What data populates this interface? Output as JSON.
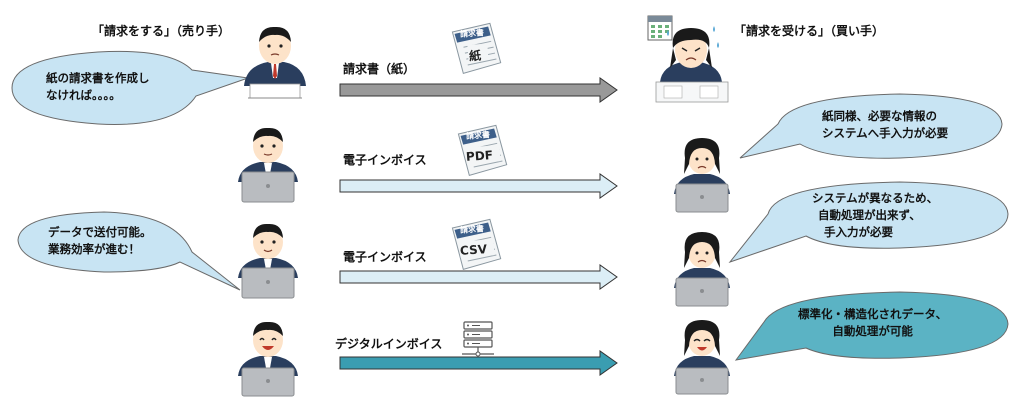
{
  "headers": {
    "seller": "「請求をする」（売り手）",
    "buyer": "「請求を受ける」（買い手）"
  },
  "rows": [
    {
      "label": "請求書（紙）",
      "doc_text": "紙",
      "arrow_fill": "#999999"
    },
    {
      "label": "電子インボイス",
      "doc_text": "PDF",
      "arrow_fill": "#dceef6"
    },
    {
      "label": "電子インボイス",
      "doc_text": "CSV",
      "arrow_fill": "#dceef6"
    },
    {
      "label": "デジタルインボイス",
      "arrow_fill": "#3a9db1"
    }
  ],
  "doc_header": "請求書",
  "left_bubbles": [
    {
      "lines": [
        "紙の請求書を作成し",
        "なければ。。。。"
      ],
      "fill": "#c8e4f3"
    },
    {
      "lines": [
        "データで送付可能。",
        "業務効率が進む！"
      ],
      "fill": "#c8e4f3"
    }
  ],
  "right_bubbles": [
    {
      "lines": [
        "紙同様、必要な情報の",
        "システムへ手入力が必要"
      ],
      "fill": "#c8e4f3"
    },
    {
      "lines": [
        "システムが異なるため、",
        "自動処理が出来ず、",
        "手入力が必要"
      ],
      "fill": "#c8e4f3"
    },
    {
      "lines": [
        "標準化・構造化されデータ、",
        "自動処理が可能"
      ],
      "fill": "#5bb3c4"
    }
  ],
  "colors": {
    "bubble_stroke": "#6a6a6a",
    "arrow_stroke": "#333333",
    "skin": "#fde3c9",
    "hair": "#1a1a1a",
    "suit": "#2a3e5e",
    "laptop": "#b9bcc0"
  },
  "icons": [
    "sweat-drops-icon",
    "calendar-icon",
    "server-icon"
  ]
}
